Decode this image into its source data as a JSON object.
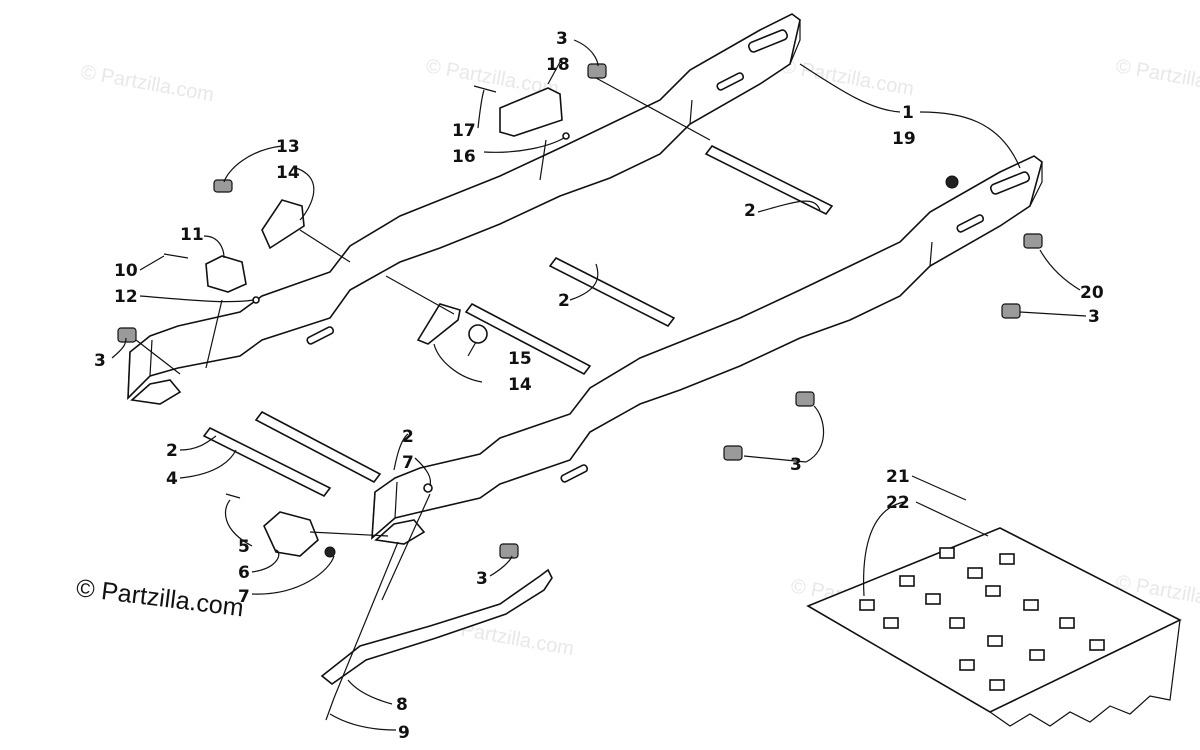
{
  "watermark": "© Partzilla.com",
  "brand": {
    "text": "© Partzilla.com"
  },
  "callouts": [
    {
      "id": "c1",
      "label": "1"
    },
    {
      "id": "c2a",
      "label": "2"
    },
    {
      "id": "c2b",
      "label": "2"
    },
    {
      "id": "c2c",
      "label": "2"
    },
    {
      "id": "c2d",
      "label": "2"
    },
    {
      "id": "c3a",
      "label": "3"
    },
    {
      "id": "c3b",
      "label": "3"
    },
    {
      "id": "c3c",
      "label": "3"
    },
    {
      "id": "c3d",
      "label": "3"
    },
    {
      "id": "c3e",
      "label": "3"
    },
    {
      "id": "c4",
      "label": "4"
    },
    {
      "id": "c5",
      "label": "5"
    },
    {
      "id": "c6",
      "label": "6"
    },
    {
      "id": "c7a",
      "label": "7"
    },
    {
      "id": "c7b",
      "label": "7"
    },
    {
      "id": "c8",
      "label": "8"
    },
    {
      "id": "c9",
      "label": "9"
    },
    {
      "id": "c10",
      "label": "10"
    },
    {
      "id": "c11",
      "label": "11"
    },
    {
      "id": "c12",
      "label": "12"
    },
    {
      "id": "c13",
      "label": "13"
    },
    {
      "id": "c14a",
      "label": "14"
    },
    {
      "id": "c14b",
      "label": "14"
    },
    {
      "id": "c15",
      "label": "15"
    },
    {
      "id": "c16",
      "label": "16"
    },
    {
      "id": "c17",
      "label": "17"
    },
    {
      "id": "c18",
      "label": "18"
    },
    {
      "id": "c19",
      "label": "19"
    },
    {
      "id": "c20",
      "label": "20"
    },
    {
      "id": "c21",
      "label": "21"
    },
    {
      "id": "c22",
      "label": "22"
    }
  ]
}
